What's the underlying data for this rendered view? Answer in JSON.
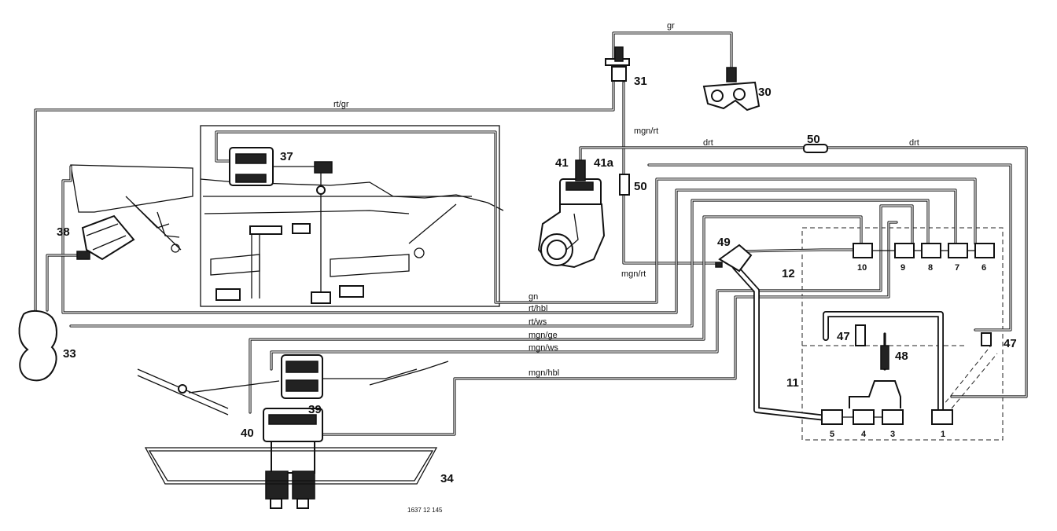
{
  "callouts": {
    "c30": "30",
    "c31": "31",
    "c33": "33",
    "c34": "34",
    "c37": "37",
    "c38": "38",
    "c39": "39",
    "c40": "40",
    "c41": "41",
    "c41a": "41a",
    "c50a": "50",
    "c50b": "50",
    "c49": "49",
    "c12": "12",
    "c11": "11",
    "c47a": "47",
    "c47b": "47",
    "c48": "48"
  },
  "ports": {
    "p10": "10",
    "p9": "9",
    "p8": "8",
    "p7": "7",
    "p6": "6",
    "p5": "5",
    "p4": "4",
    "p3": "3",
    "p1": "1"
  },
  "hose_codes": {
    "gr": "gr",
    "rt_gr": "rt/gr",
    "mgn_rt_top": "mgn/rt",
    "mgn_rt_mid": "mgn/rt",
    "drt_a": "drt",
    "drt_b": "drt",
    "gn": "gn",
    "rt_hbl": "rt/hbl",
    "rt_ws": "rt/ws",
    "mgn_ge": "mgn/ge",
    "mgn_ws": "mgn/ws",
    "mgn_hbl": "mgn/hbl"
  },
  "reference": "1637 12 145"
}
